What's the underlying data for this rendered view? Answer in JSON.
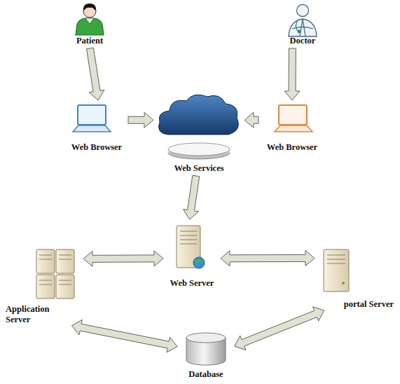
{
  "diagram": {
    "nodes": [
      {
        "text": [
          "Patient"
        ]
      },
      {
        "text": [
          "Doctor"
        ]
      },
      {
        "text": [
          "Web Browser"
        ]
      },
      {
        "text": [
          "Web Browser"
        ]
      },
      {
        "text": [
          "Web Services"
        ]
      },
      {
        "text": [
          "Web Server"
        ]
      },
      {
        "text": [
          "Application Server"
        ]
      },
      {
        "text": [
          "portal Server"
        ]
      },
      {
        "text": [
          "Database"
        ]
      }
    ],
    "edges": [
      {
        "from": 0,
        "to": 2,
        "arrow": "to"
      },
      {
        "from": 1,
        "to": 3,
        "arrow": "to"
      },
      {
        "from": 2,
        "to": 4,
        "arrow": "to"
      },
      {
        "from": 3,
        "to": 4,
        "arrow": "to"
      },
      {
        "from": 4,
        "to": 5,
        "arrow": "to"
      },
      {
        "from": 5,
        "to": 6,
        "arrow": "both"
      },
      {
        "from": 5,
        "to": 7,
        "arrow": "both"
      },
      {
        "from": 6,
        "to": 8,
        "arrow": "both"
      },
      {
        "from": 7,
        "to": 8,
        "arrow": "both"
      }
    ]
  }
}
